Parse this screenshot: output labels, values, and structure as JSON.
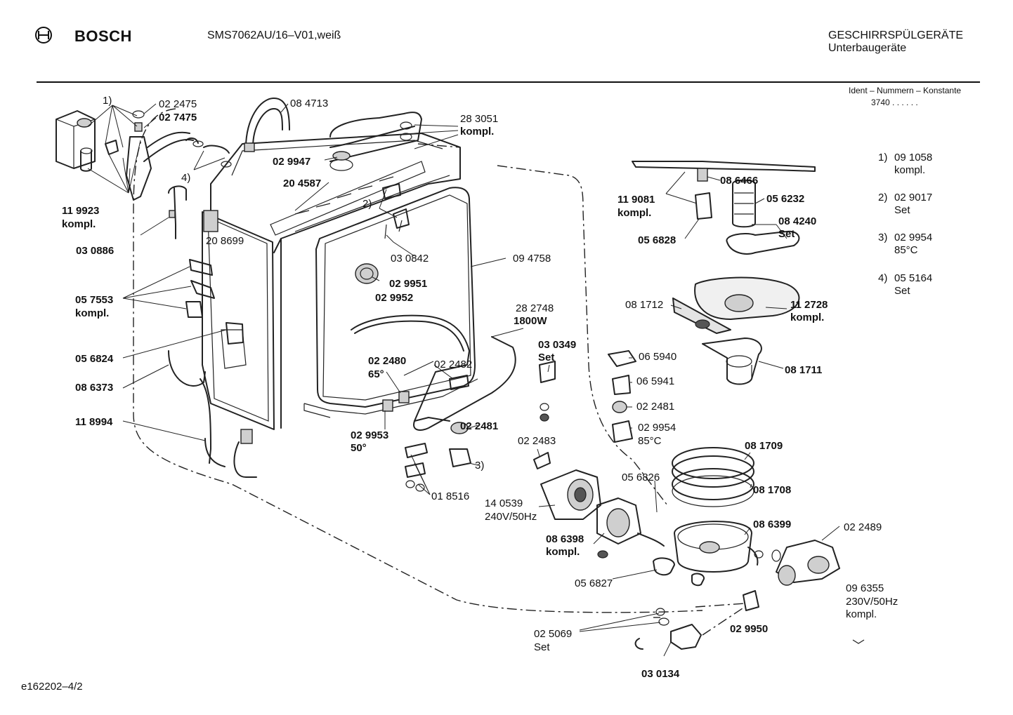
{
  "header": {
    "brand": "BOSCH",
    "model": "SMS7062AU/16–V01,weiß",
    "category": "GESCHIRRSPÜLGERÄTE",
    "subcategory": "Unterbaugeräte",
    "ident_title": "Ident – Nummern – Konstante",
    "ident_value": "3740 . .  . . . ."
  },
  "footer": {
    "doc_id": "e162202–4/2"
  },
  "legend": [
    {
      "key": "1)",
      "part": "09 1058",
      "note": "kompl."
    },
    {
      "key": "2)",
      "part": "02 9017",
      "note": "Set"
    },
    {
      "key": "3)",
      "part": "02 9954",
      "note": "85°C"
    },
    {
      "key": "4)",
      "part": "05 5164",
      "note": "Set"
    }
  ],
  "callouts": {
    "c1": "1)",
    "c4": "4)",
    "c2": "2)",
    "c3": "3)",
    "p022475": "02 2475",
    "p027475": "02 7475",
    "p084713": "08 4713",
    "p283051": "28 3051",
    "p283051k": "kompl.",
    "p029947": "02 9947",
    "p204587": "20 4587",
    "p119923": "11 9923",
    "p119923k": "kompl.",
    "p030886": "03 0886",
    "p208699": "20 8699",
    "p030842": "03 0842",
    "p094758": "09 4758",
    "p029951": "02 9951",
    "p029952": "02 9952",
    "p057553": "05 7553",
    "p057553k": "kompl.",
    "p056824": "05 6824",
    "p086373": "08 6373",
    "p118994": "11 8994",
    "p282748": "28 2748",
    "p282748w": "1800W",
    "p022480": "02 2480",
    "p022480t": "65°",
    "p022482": "02 2482",
    "p029953": "02 9953",
    "p029953t": "50°",
    "p022481a": "02 2481",
    "p018516": "01 8516",
    "p030349": "03 0349",
    "p030349s": "Set",
    "p022483": "02 2483",
    "p140539": "14 0539",
    "p140539v": "240V/50Hz",
    "p086398": "08 6398",
    "p086398k": "kompl.",
    "p056827": "05 6827",
    "p025069": "02 5069",
    "p025069s": "Set",
    "p030134": "03 0134",
    "p029950": "02 9950",
    "p096355": "09 6355",
    "p096355v": "230V/50Hz",
    "p096355k": "kompl.",
    "p022489": "02 2489",
    "p086399": "08 6399",
    "p081708": "08 1708",
    "p081709": "08 1709",
    "p056826": "05 6826",
    "p029954": "02 9954",
    "p029954t": "85°C",
    "p022481b": "02 2481",
    "p065941": "06 5941",
    "p065940": "06 5940",
    "p081711": "08 1711",
    "p081712": "08 1712",
    "p112728": "11 2728",
    "p112728k": "kompl.",
    "p086466": "08 6466",
    "p119081": "11 9081",
    "p119081k": "kompl.",
    "p056232": "05 6232",
    "p084240": "08 4240",
    "p084240s": "Set",
    "p056828": "05 6828"
  }
}
